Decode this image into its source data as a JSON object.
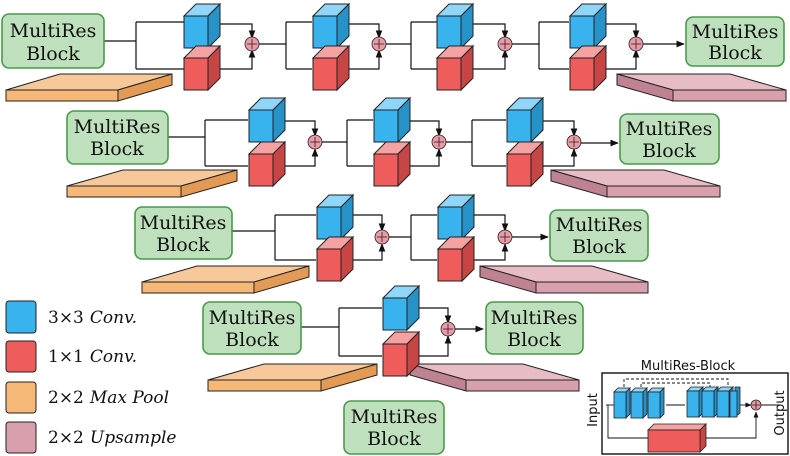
{
  "blocks": {
    "line1": "MultiRes",
    "line2": "Block"
  },
  "legend": {
    "conv3": {
      "size": "3×3",
      "name": "Conv."
    },
    "conv1": {
      "size": "1×1",
      "name": "Conv."
    },
    "pool": {
      "size": "2×2",
      "name": "Max Pool"
    },
    "upsample": {
      "size": "2×2",
      "name": "Upsample"
    }
  },
  "inset": {
    "title": "MultiRes-Block",
    "input": "Input",
    "output": "Output"
  },
  "colors": {
    "block_fill": "#bfe0bd",
    "block_stroke": "#4a9a4a",
    "conv3": "#39b3ee",
    "conv1": "#ee5c5c",
    "pool": "#f5b877",
    "upsample": "#d7a0ac",
    "plus": "#ec9aa6"
  }
}
